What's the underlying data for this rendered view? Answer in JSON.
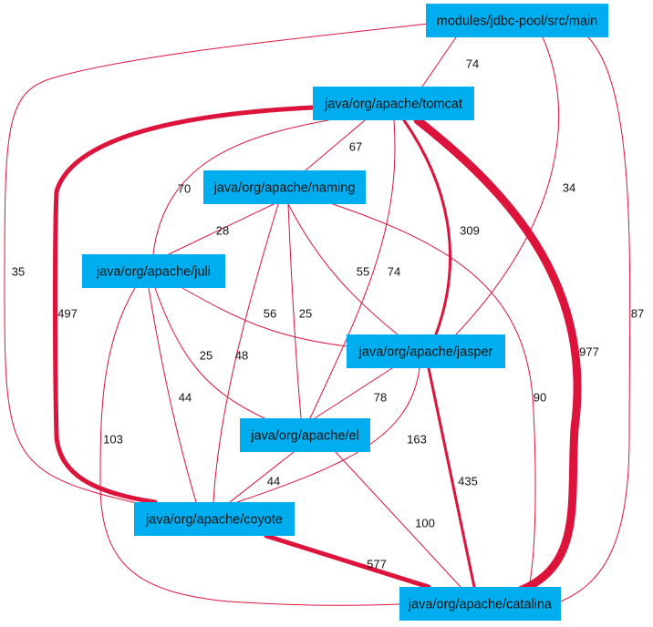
{
  "colors": {
    "node_fill": "#00aeef",
    "edge": "#dc143c",
    "text": "#111111"
  },
  "nodes": [
    {
      "id": "jdbc",
      "label": "modules/jdbc-pool/src/main"
    },
    {
      "id": "tomcat",
      "label": "java/org/apache/tomcat"
    },
    {
      "id": "naming",
      "label": "java/org/apache/naming"
    },
    {
      "id": "juli",
      "label": "java/org/apache/juli"
    },
    {
      "id": "jasper",
      "label": "java/org/apache/jasper"
    },
    {
      "id": "el",
      "label": "java/org/apache/el"
    },
    {
      "id": "coyote",
      "label": "java/org/apache/coyote"
    },
    {
      "id": "catalina",
      "label": "java/org/apache/catalina"
    }
  ],
  "edges": [
    {
      "id": "jdbc-tomcat",
      "from": "jdbc",
      "to": "tomcat",
      "weight": "74"
    },
    {
      "id": "jdbc-coyote",
      "from": "jdbc",
      "to": "coyote",
      "weight": "35"
    },
    {
      "id": "jdbc-jasper",
      "from": "jdbc",
      "to": "jasper",
      "weight": "34"
    },
    {
      "id": "jdbc-catalina",
      "from": "jdbc",
      "to": "catalina",
      "weight": "87"
    },
    {
      "id": "tomcat-naming",
      "from": "tomcat",
      "to": "naming",
      "weight": "67"
    },
    {
      "id": "tomcat-juli",
      "from": "tomcat",
      "to": "juli",
      "weight": "70"
    },
    {
      "id": "tomcat-coyote",
      "from": "tomcat",
      "to": "coyote",
      "weight": "497"
    },
    {
      "id": "tomcat-el",
      "from": "tomcat",
      "to": "el",
      "weight": "74"
    },
    {
      "id": "tomcat-jasper",
      "from": "tomcat",
      "to": "jasper",
      "weight": "309"
    },
    {
      "id": "tomcat-catalina",
      "from": "tomcat",
      "to": "catalina",
      "weight": "977"
    },
    {
      "id": "naming-juli",
      "from": "naming",
      "to": "juli",
      "weight": "28"
    },
    {
      "id": "naming-jasper",
      "from": "naming",
      "to": "jasper",
      "weight": "55"
    },
    {
      "id": "naming-el",
      "from": "naming",
      "to": "el",
      "weight": "25"
    },
    {
      "id": "naming-coyote",
      "from": "naming",
      "to": "coyote",
      "weight": "48"
    },
    {
      "id": "naming-catalina",
      "from": "naming",
      "to": "catalina",
      "weight": "90"
    },
    {
      "id": "juli-jasper",
      "from": "juli",
      "to": "jasper",
      "weight": "56"
    },
    {
      "id": "juli-el",
      "from": "juli",
      "to": "el",
      "weight": "25"
    },
    {
      "id": "juli-coyote",
      "from": "juli",
      "to": "coyote",
      "weight": "44"
    },
    {
      "id": "juli-catalina",
      "from": "juli",
      "to": "catalina",
      "weight": "103"
    },
    {
      "id": "jasper-el",
      "from": "jasper",
      "to": "el",
      "weight": "78"
    },
    {
      "id": "jasper-coyote",
      "from": "jasper",
      "to": "coyote",
      "weight": "163"
    },
    {
      "id": "jasper-catalina",
      "from": "jasper",
      "to": "catalina",
      "weight": "435"
    },
    {
      "id": "el-coyote",
      "from": "el",
      "to": "coyote",
      "weight": "44"
    },
    {
      "id": "el-catalina",
      "from": "el",
      "to": "catalina",
      "weight": "100"
    },
    {
      "id": "coyote-catalina",
      "from": "coyote",
      "to": "catalina",
      "weight": "577"
    }
  ]
}
